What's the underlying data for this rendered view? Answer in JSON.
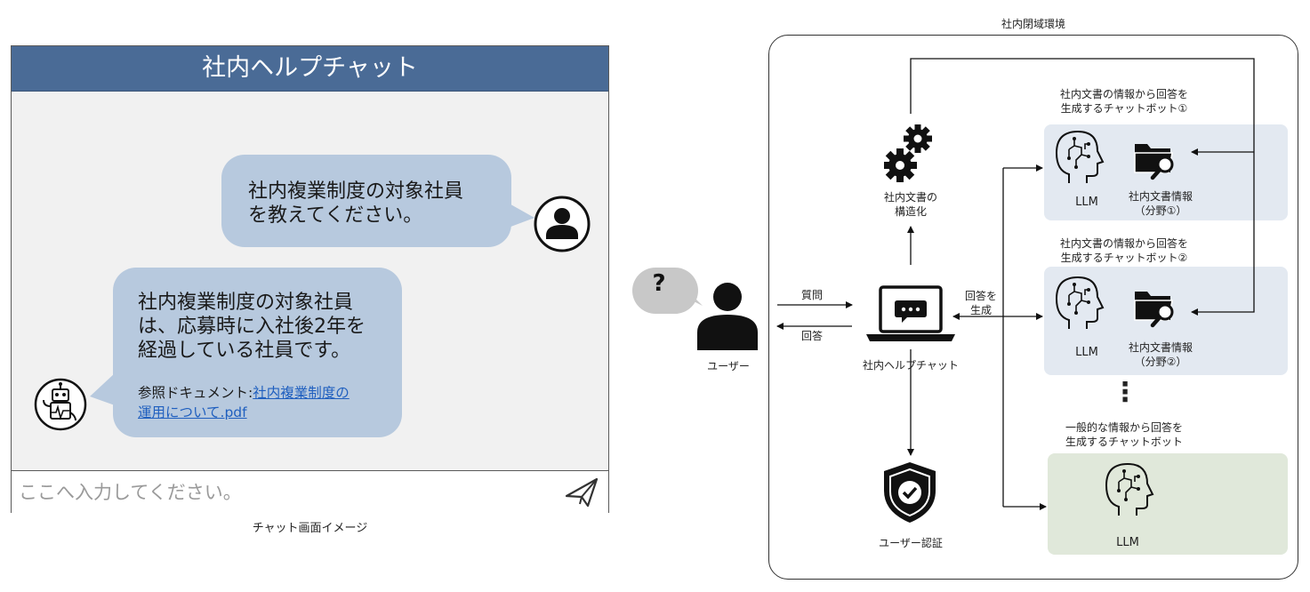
{
  "chat": {
    "title": "社内ヘルプチャット",
    "user_message": [
      "社内複業制度の対象社員",
      "を教えてください。"
    ],
    "bot_message": [
      "社内複業制度の対象社員",
      "は、応募時に入社後2年を",
      "経過している社員です。"
    ],
    "reference_label": "参照ドキュメント:",
    "reference_link": [
      "社内複業制度の",
      "運用について.pdf"
    ],
    "input_placeholder": "ここへ入力してください。",
    "caption": "チャット画面イメージ"
  },
  "diagram": {
    "environment_label": "社内閉域環境",
    "user_label": "ユーザー",
    "question_mark": "?",
    "question_label": "質問",
    "answer_label": "回答",
    "structuring_label": [
      "社内文書の",
      "構造化"
    ],
    "chat_label": "社内ヘルプチャット",
    "generate_label": [
      "回答を",
      "生成"
    ],
    "auth_label": "ユーザー認証",
    "bot1_title": [
      "社内文書の情報から回答を",
      "生成するチャットボット①"
    ],
    "bot2_title": [
      "社内文書の情報から回答を",
      "生成するチャットボット②"
    ],
    "bot3_title": [
      "一般的な情報から回答を",
      "生成するチャットボット"
    ],
    "llm_label": "LLM",
    "doc1_label": [
      "社内文書情報",
      "（分野①）"
    ],
    "doc2_label": [
      "社内文書情報",
      "（分野②）"
    ],
    "ellipsis": "⋮"
  }
}
